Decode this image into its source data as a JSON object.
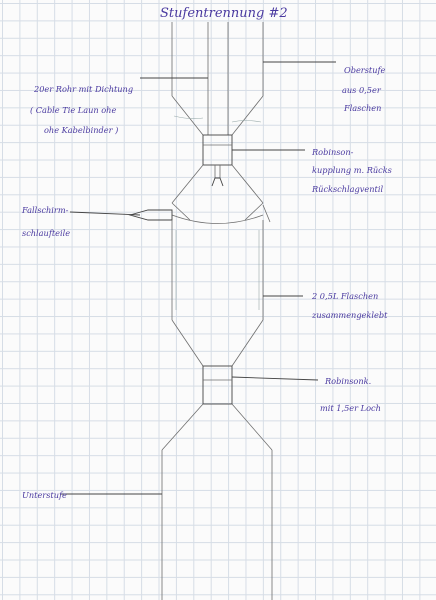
{
  "title": "Stufentrennung #2",
  "labels": {
    "rohr_line1": "20er Rohr mit Dichtung",
    "rohr_line2": "( Cable Tie Laun ohe",
    "rohr_line3": "ohe Kabelbinder )",
    "oberstufe_line1": "Oberstufe",
    "oberstufe_line2": "aus 0,5er",
    "oberstufe_line3": "Flaschen",
    "kupplung_line1": "Robinson-",
    "kupplung_line2": "kupplung m. Rücks",
    "kupplung_line3": "Rückschlagventil",
    "fallschirm_line1": "Fallschirm-",
    "fallschirm_line2": "schlaufteile",
    "flaschen_line1": "2 0,5L Flaschen",
    "flaschen_line2": "zusammengeklebt",
    "robinsonloch_line1": "Robinsonk.",
    "robinsonloch_line2": "mit 1,5er Loch",
    "unterstufe": "Unterstufe"
  }
}
